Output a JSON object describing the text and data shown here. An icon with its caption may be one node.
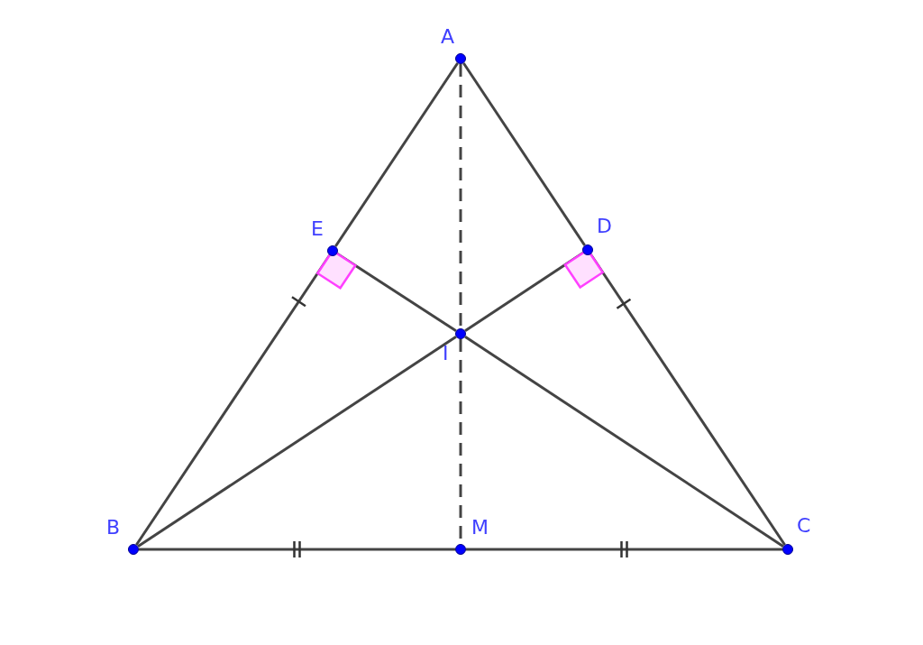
{
  "diagram": {
    "nodes": [
      {
        "text": [
          "A"
        ]
      },
      {
        "text": [
          "E"
        ]
      },
      {
        "text": [
          "D"
        ]
      },
      {
        "text": [
          "I"
        ]
      },
      {
        "text": [
          "B"
        ]
      },
      {
        "text": [
          "M"
        ]
      },
      {
        "text": [
          "C"
        ]
      }
    ],
    "edges": [
      {
        "from": 0,
        "to": 1,
        "arrow": "none"
      },
      {
        "from": 1,
        "to": 4,
        "arrow": "none"
      },
      {
        "from": 0,
        "to": 2,
        "arrow": "none"
      },
      {
        "from": 2,
        "to": 6,
        "arrow": "none"
      },
      {
        "from": 4,
        "to": 5,
        "arrow": "none"
      },
      {
        "from": 5,
        "to": 6,
        "arrow": "none"
      },
      {
        "from": 0,
        "to": 3,
        "arrow": "none",
        "style": "dashed"
      },
      {
        "from": 3,
        "to": 5,
        "arrow": "none",
        "style": "dashed"
      },
      {
        "from": 4,
        "to": 3,
        "arrow": "none"
      },
      {
        "from": 3,
        "to": 2,
        "arrow": "none"
      },
      {
        "from": 1,
        "to": 3,
        "arrow": "none"
      },
      {
        "from": 3,
        "to": 6,
        "arrow": "none"
      }
    ]
  }
}
